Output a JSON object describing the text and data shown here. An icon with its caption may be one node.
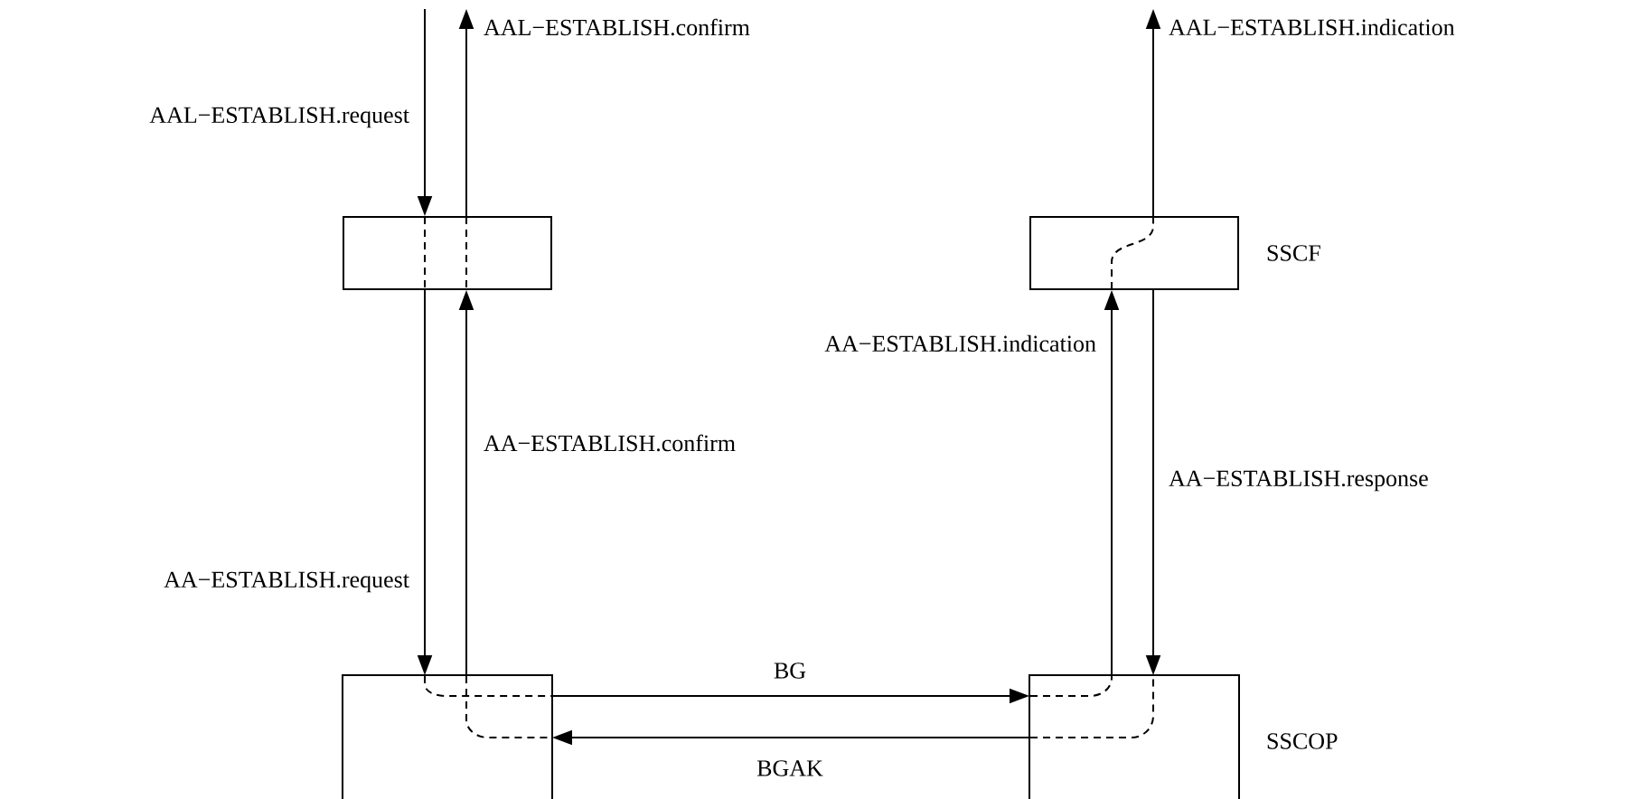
{
  "diagram": {
    "nodes": [
      {
        "text": [],
        "shape": "box"
      },
      {
        "text": [],
        "shape": "box",
        "beside": [
          "SSCF"
        ]
      },
      {
        "text": [],
        "shape": "box"
      },
      {
        "text": [],
        "shape": "box",
        "beside": [
          "SSCOP"
        ]
      }
    ],
    "edges": [
      {
        "from": null,
        "to": 0,
        "arrow": "to",
        "label": "AAL−ESTABLISH.request"
      },
      {
        "from": 0,
        "to": null,
        "arrow": "to",
        "label": "AAL−ESTABLISH.confirm"
      },
      {
        "from": 0,
        "to": 2,
        "arrow": "to",
        "label": "AA−ESTABLISH.request"
      },
      {
        "from": 2,
        "to": 0,
        "arrow": "to",
        "label": "AA−ESTABLISH.confirm"
      },
      {
        "from": 2,
        "to": 3,
        "arrow": "to",
        "label": "BG"
      },
      {
        "from": 3,
        "to": 2,
        "arrow": "to",
        "label": "BGAK"
      },
      {
        "from": 3,
        "to": 1,
        "arrow": "to",
        "label": "AA−ESTABLISH.indication"
      },
      {
        "from": 1,
        "to": 3,
        "arrow": "to",
        "label": "AA−ESTABLISH.response"
      },
      {
        "from": 1,
        "to": null,
        "arrow": "to",
        "label": "AAL−ESTABLISH.indication"
      }
    ]
  }
}
